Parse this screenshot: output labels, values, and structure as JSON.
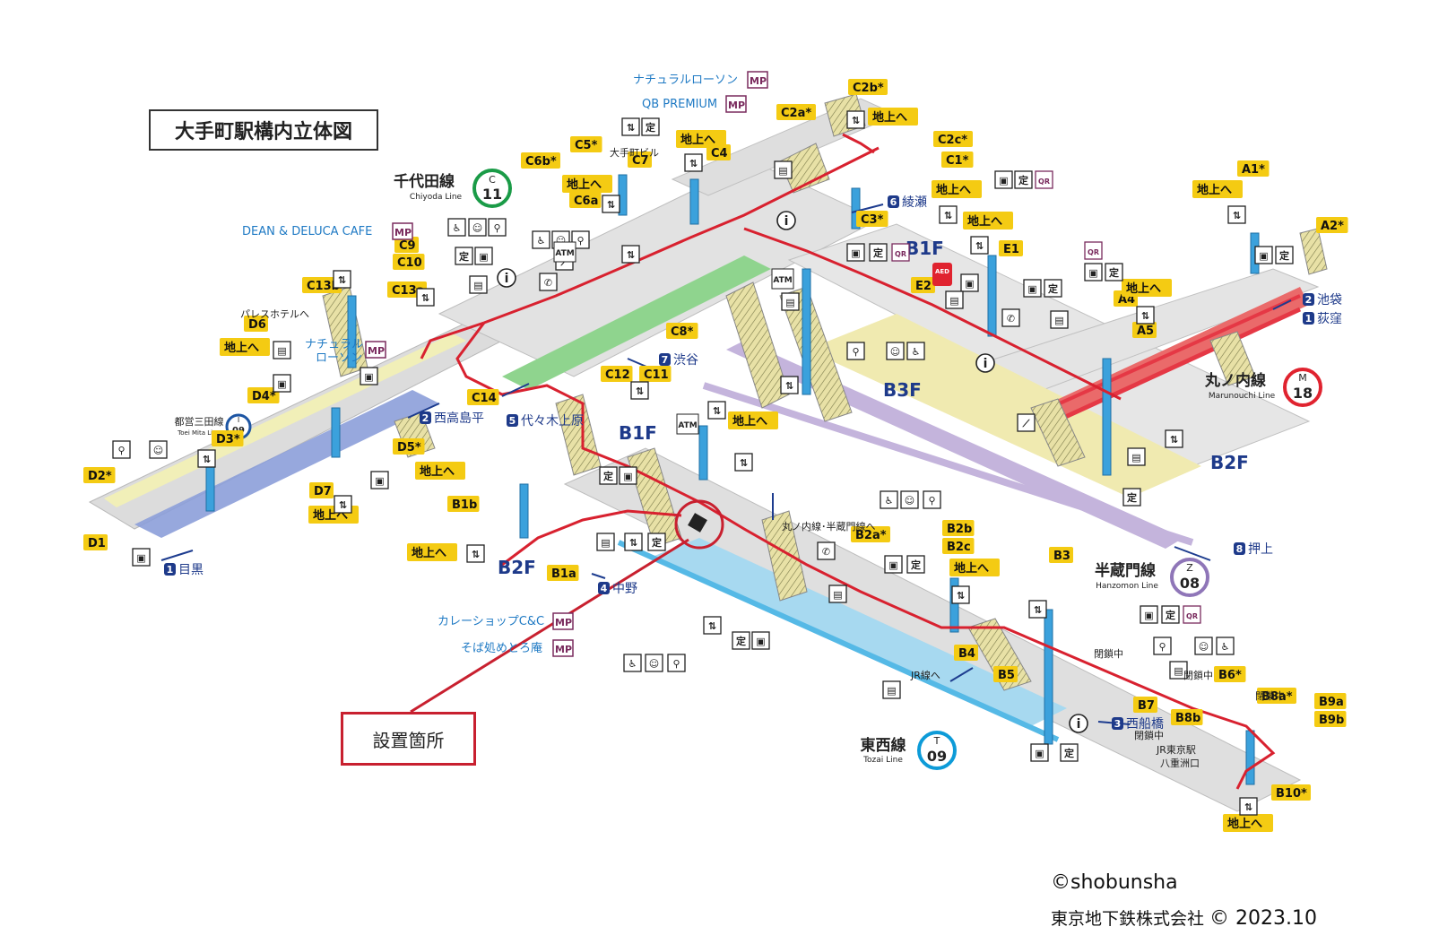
{
  "title": "大手町駅構内立体図",
  "callout": "設置箇所",
  "credits": {
    "line1": "©shobunsha",
    "company": "東京地下鉄株式会社",
    "year": "© 2023.10"
  },
  "lines": {
    "chiyoda": {
      "name": "千代田線",
      "en": "Chiyoda Line",
      "letter": "C",
      "num": "11",
      "color": "#1a9b47"
    },
    "marunouchi": {
      "name": "丸ノ内線",
      "en": "Marunouchi Line",
      "letter": "M",
      "num": "18",
      "color": "#e0232f"
    },
    "hanzomon": {
      "name": "半蔵門線",
      "en": "Hanzomon Line",
      "letter": "Z",
      "num": "08",
      "color": "#8f76b8"
    },
    "tozai": {
      "name": "東西線",
      "en": "Tozai Line",
      "letter": "T",
      "num": "09",
      "color": "#0d9bd8"
    },
    "mita": {
      "name": "都営三田線",
      "en": "Toei Mita Line",
      "letter": "I",
      "num": "09",
      "color": "#1d55a3"
    }
  },
  "floors": {
    "b1f_top": "B1F",
    "b1f_mid": "B1F",
    "b3f": "B3F",
    "b2f_right": "B2F",
    "b2f_left": "B2F"
  },
  "exits": {
    "A1": "A1*",
    "A2": "A2*",
    "A4": "A4",
    "A5": "A5",
    "B1a": "B1a",
    "B1b": "B1b",
    "B2a": "B2a*",
    "B2b": "B2b",
    "B2c": "B2c",
    "B3": "B3",
    "B4": "B4",
    "B5": "B5",
    "B6": "B6*",
    "B7": "B7",
    "B8a": "B8a*",
    "B8b": "B8b",
    "B9a": "B9a",
    "B9b": "B9b",
    "B10": "B10*",
    "C1": "C1*",
    "C2a": "C2a*",
    "C2b": "C2b*",
    "C2c": "C2c*",
    "C3": "C3*",
    "C4": "C4",
    "C5": "C5*",
    "C6a": "C6a",
    "C6b": "C6b*",
    "C7": "C7",
    "C8": "C8*",
    "C9": "C9",
    "C10": "C10",
    "C11": "C11",
    "C12": "C12",
    "C13a": "C13a",
    "C13b": "C13b",
    "C14": "C14",
    "D1": "D1",
    "D2": "D2*",
    "D3": "D3*",
    "D4": "D4*",
    "D5": "D5*",
    "D6": "D6",
    "D7": "D7",
    "E1": "E1",
    "E2": "E2"
  },
  "to_ground": "地上へ",
  "shops": {
    "natural_lawson": "ナチュラルローソン",
    "natural_lawson_split1": "ナチュラル",
    "natural_lawson_split2": "ローソン",
    "qb": "QB PREMIUM",
    "dean": "DEAN & DELUCA CAFE",
    "curry": "カレーショップC&C",
    "soba": "そば処めとろ庵",
    "mp": "MP"
  },
  "places": {
    "otemachi_bldg": "大手町ビル",
    "palace_hotel": "パレスホテルへ",
    "to_maru_hanzo": "丸ノ内線･半蔵門線へ",
    "to_jr": "JR線へ",
    "closed": "閉鎖中",
    "jr_tokyo": "JR東京駅",
    "yaesu": "八重洲口"
  },
  "directions": [
    {
      "num": "1",
      "text": "目黒"
    },
    {
      "num": "2",
      "text": "西高島平"
    },
    {
      "num": "5",
      "text": "代々木上原"
    },
    {
      "num": "7",
      "text": "渋谷"
    },
    {
      "num": "6",
      "text": "綾瀬"
    },
    {
      "num": "2",
      "text": "池袋"
    },
    {
      "num": "1",
      "text": "荻窪"
    },
    {
      "num": "8",
      "text": "押上"
    },
    {
      "num": "4",
      "text": "中野"
    },
    {
      "num": "3",
      "text": "西船橋"
    }
  ],
  "icons": {
    "atm": "ATM",
    "aed": "AED",
    "info": "i",
    "qr": "QR",
    "teiki": "定"
  },
  "colors": {
    "exit_label_bg": "#f4cb13",
    "route_red": "#d8212f",
    "floor_grey": "#dcdcdc",
    "stair_yellow": "#e8e1a6",
    "elevator_blue": "#3ba1dc",
    "accent_purple": "#7a2b5e",
    "chiyoda_green": "#8fd48e",
    "tozai_blue": "#a7d9f0",
    "mita_blue": "#8c9fd9",
    "hanzomon_purple": "#c4b4dc"
  }
}
